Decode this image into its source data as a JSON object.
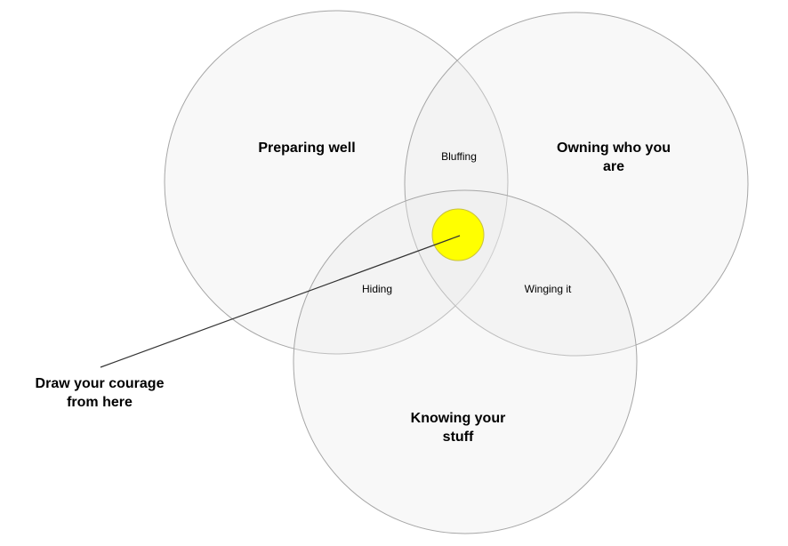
{
  "sets": {
    "preparing": "Preparing well",
    "owning": "Owning who you are",
    "knowing": "Knowing your stuff"
  },
  "overlaps": {
    "preparing_owning": "Bluffing",
    "preparing_knowing": "Hiding",
    "owning_knowing": "Winging it"
  },
  "callout": "Draw your courage from here",
  "colors": {
    "circle_fill": "#f2f2f2",
    "circle_stroke": "#a6a6a6",
    "center": "#ffff00"
  }
}
